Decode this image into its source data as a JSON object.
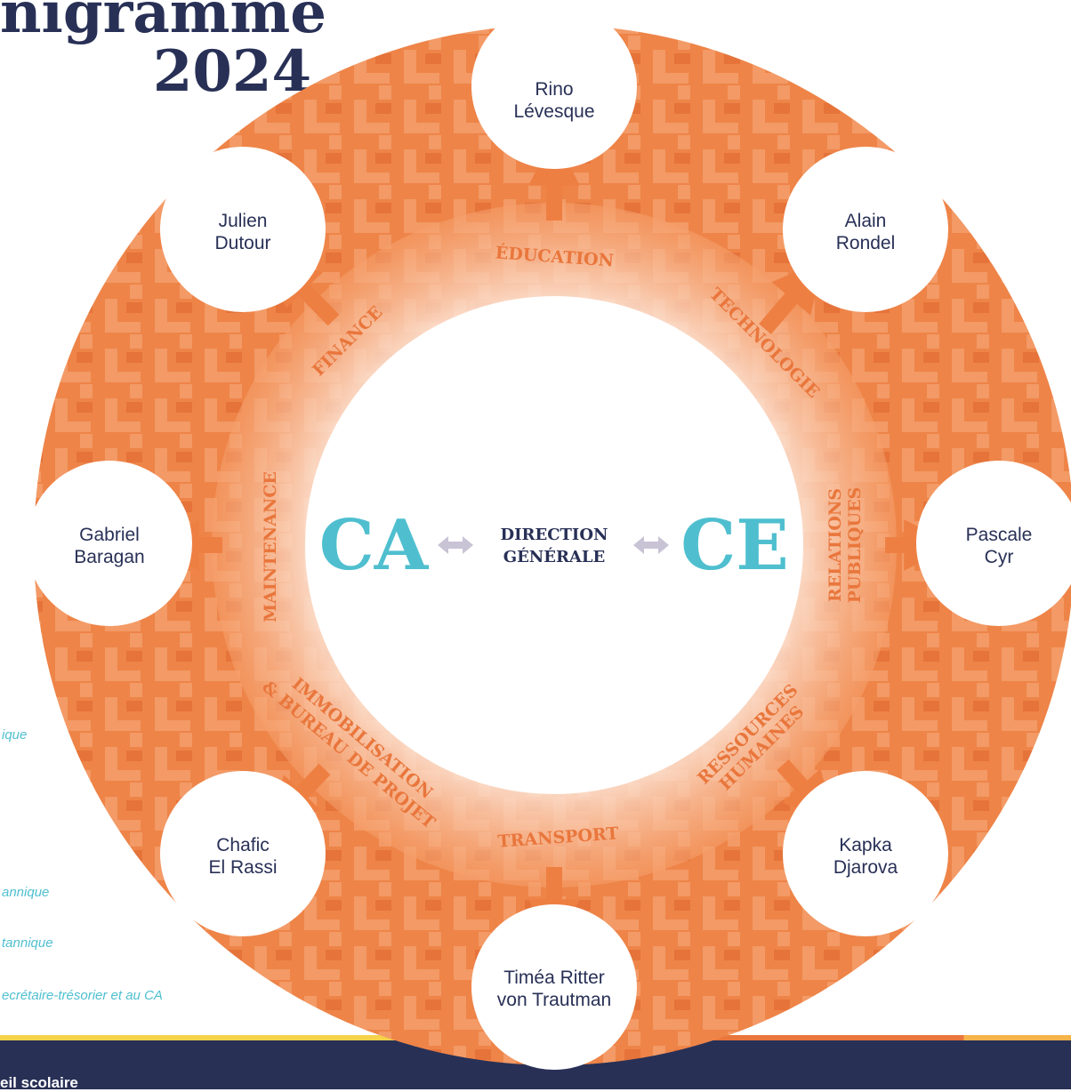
{
  "header": {
    "title_line1": "nigramme",
    "title_line2": "2024"
  },
  "legend": [
    {
      "text": "ique"
    },
    {
      "text": "annique"
    },
    {
      "text": "tannique"
    },
    {
      "text": "ecrétaire-trésorier et au CA"
    }
  ],
  "footer": {
    "text": "eil scolaire"
  },
  "center": {
    "left_label": "CA",
    "right_label": "CE",
    "middle_line1": "DIRECTION",
    "middle_line2": "GÉNÉRALE"
  },
  "departments": [
    {
      "id": "education",
      "label": "ÉDUCATION"
    },
    {
      "id": "technologie",
      "label": "TECHNOLOGIE"
    },
    {
      "id": "relations",
      "label_line1": "RELATIONS",
      "label_line2": "PUBLIQUES"
    },
    {
      "id": "rh",
      "label_line1": "RESSOURCES",
      "label_line2": "HUMAINES"
    },
    {
      "id": "transport",
      "label": "TRANSPORT"
    },
    {
      "id": "immo",
      "label_line1": "IMMOBILISATION",
      "label_line2": "& BUREAU DE PROJET"
    },
    {
      "id": "maintenance",
      "label": "MAINTENANCE"
    },
    {
      "id": "finance",
      "label": "FINANCE"
    }
  ],
  "people": [
    {
      "line1": "Rino",
      "line2": "Lévesque"
    },
    {
      "line1": "Alain",
      "line2": "Rondel"
    },
    {
      "line1": "Pascale",
      "line2": "Cyr"
    },
    {
      "line1": "Kapka",
      "line2": "Djarova"
    },
    {
      "line1": "Timéa Ritter",
      "line2": "von Trautman"
    },
    {
      "line1": "Chafic",
      "line2": "El Rassi"
    },
    {
      "line1": "Gabriel",
      "line2": "Baragan"
    },
    {
      "line1": "Julien",
      "line2": "Dutour"
    }
  ],
  "colors": {
    "orange": "#e9763c",
    "orange_light": "#f6a06c",
    "teal": "#4fbfcf",
    "navy": "#283056"
  }
}
